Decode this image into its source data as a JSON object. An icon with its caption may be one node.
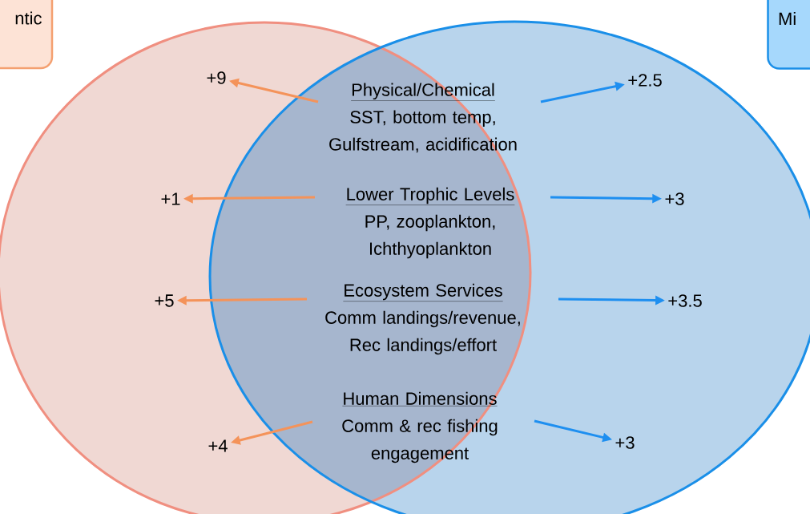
{
  "diagram": {
    "nodes": [
      {
        "text": [
          "ntic"
        ]
      },
      {
        "text": [
          "Mi"
        ]
      },
      {
        "text": [
          "+9"
        ]
      },
      {
        "text": [
          "Physical/Chemical",
          "SST, bottom temp, Gulfstream, acidification"
        ]
      },
      {
        "text": [
          "+2.5"
        ]
      },
      {
        "text": [
          "+1"
        ]
      },
      {
        "text": [
          "Lower Trophic Levels",
          "PP, zooplankton, Ichthyoplankton"
        ]
      },
      {
        "text": [
          "+3"
        ]
      },
      {
        "text": [
          "+5"
        ]
      },
      {
        "text": [
          "Ecosystem Services",
          "Comm landings/revenue, Rec landings/effort"
        ]
      },
      {
        "text": [
          "+3.5"
        ]
      },
      {
        "text": [
          "Human Dimensions",
          "Comm & rec fishing engagement"
        ]
      },
      {
        "text": [
          "+4"
        ]
      },
      {
        "text": [
          "+3"
        ]
      }
    ],
    "edges": [
      {
        "from": 3,
        "to": 2,
        "arrow": "to",
        "color": "#f4935a"
      },
      {
        "from": 3,
        "to": 4,
        "arrow": "to",
        "color": "#1e8ff0"
      },
      {
        "from": 6,
        "to": 5,
        "arrow": "to",
        "color": "#f4935a"
      },
      {
        "from": 6,
        "to": 7,
        "arrow": "to",
        "color": "#1e8ff0"
      },
      {
        "from": 9,
        "to": 8,
        "arrow": "to",
        "color": "#f4935a"
      },
      {
        "from": 9,
        "to": 10,
        "arrow": "to",
        "color": "#1e8ff0"
      },
      {
        "from": 11,
        "to": 12,
        "arrow": "to",
        "color": "#f4935a"
      },
      {
        "from": 11,
        "to": 13,
        "arrow": "to",
        "color": "#1e8ff0"
      }
    ]
  }
}
